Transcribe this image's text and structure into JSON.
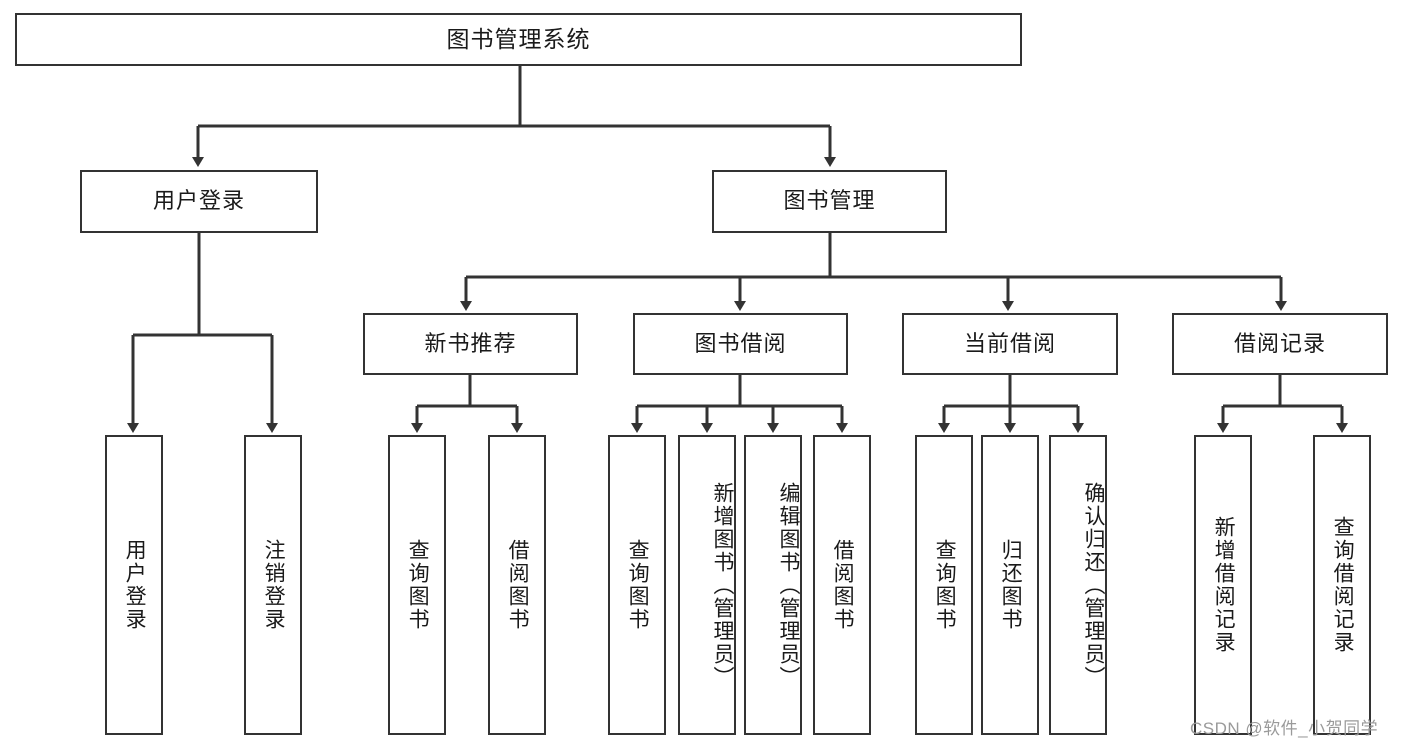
{
  "diagram": {
    "title": "图书管理系统",
    "type": "hierarchical-tree-functional-structure",
    "levels": 4,
    "root": {
      "id": "root",
      "label": "图书管理系统"
    },
    "level2": [
      {
        "id": "user-login",
        "label": "用户登录"
      },
      {
        "id": "book-management",
        "label": "图书管理"
      }
    ],
    "level3": [
      {
        "id": "new-book-recommend",
        "label": "新书推荐",
        "parent": "book-management"
      },
      {
        "id": "book-borrow",
        "label": "图书借阅",
        "parent": "book-management"
      },
      {
        "id": "current-borrow",
        "label": "当前借阅",
        "parent": "book-management"
      },
      {
        "id": "borrow-record",
        "label": "借阅记录",
        "parent": "book-management"
      }
    ],
    "leaves": [
      {
        "id": "leaf-user-login",
        "label": "用户登录",
        "parent": "user-login"
      },
      {
        "id": "leaf-logout-login",
        "label": "注销登录",
        "parent": "user-login"
      },
      {
        "id": "leaf-query-book-1",
        "label": "查询图书",
        "parent": "new-book-recommend"
      },
      {
        "id": "leaf-borrow-book-1",
        "label": "借阅图书",
        "parent": "new-book-recommend"
      },
      {
        "id": "leaf-query-book-2",
        "label": "查询图书",
        "parent": "book-borrow"
      },
      {
        "id": "leaf-add-book",
        "label": "新增图书（管理员）",
        "parent": "book-borrow"
      },
      {
        "id": "leaf-edit-book",
        "label": "编辑图书（管理员）",
        "parent": "book-borrow"
      },
      {
        "id": "leaf-borrow-book-2",
        "label": "借阅图书",
        "parent": "book-borrow"
      },
      {
        "id": "leaf-query-book-3",
        "label": "查询图书",
        "parent": "current-borrow"
      },
      {
        "id": "leaf-return-book",
        "label": "归还图书",
        "parent": "current-borrow"
      },
      {
        "id": "leaf-confirm-return",
        "label": "确认归还（管理员）",
        "parent": "current-borrow"
      },
      {
        "id": "leaf-add-record",
        "label": "新增借阅记录",
        "parent": "borrow-record"
      },
      {
        "id": "leaf-query-record",
        "label": "查询借阅记录",
        "parent": "borrow-record"
      }
    ],
    "watermark": "CSDN @软件_小贺同学",
    "colors": {
      "stroke": "#333333",
      "background": "#ffffff",
      "text": "#1a1a1a",
      "watermark": "#9a9a9a"
    }
  }
}
